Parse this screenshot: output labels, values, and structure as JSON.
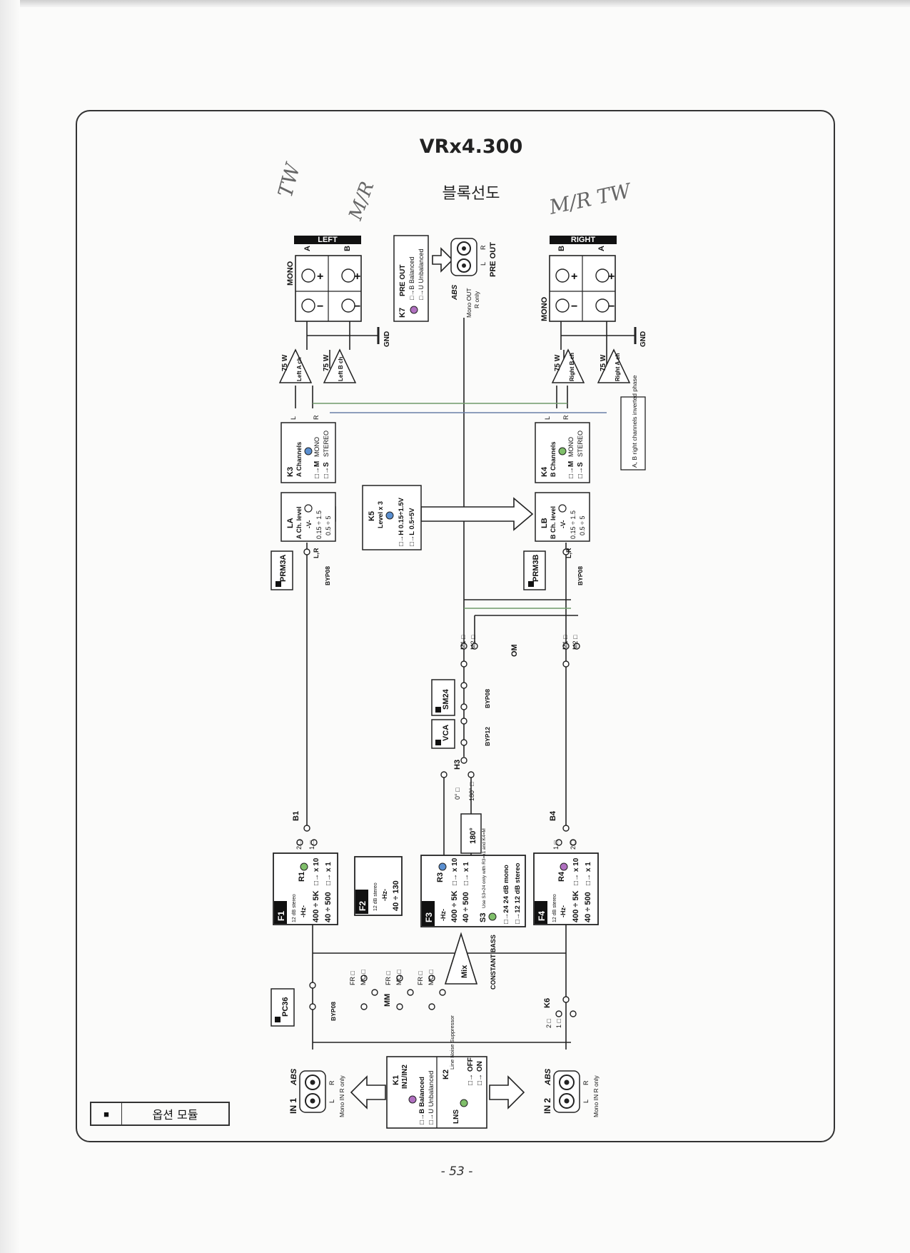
{
  "page": {
    "title": "VRx4.300",
    "subtitle": "블록선도",
    "page_number": "- 53 -",
    "legend_symbol": "■",
    "legend_text": "옵션 모듈",
    "handwriting_left": "TW",
    "handwriting_left2": "M/R",
    "handwriting_right": "M/R TW"
  },
  "blocks": {
    "left_out": {
      "tag": "LEFT",
      "mono": "MONO",
      "a": "A",
      "b": "B",
      "plus": "+",
      "minus": "−",
      "gnd": "GND",
      "amp_a_power": "75 W",
      "amp_a_label": "Left A ch",
      "amp_b_power": "75 W",
      "amp_b_label": "Left B ch"
    },
    "right_out": {
      "tag": "RIGHT",
      "mono": "MONO",
      "a": "A",
      "b": "B",
      "plus": "+",
      "minus": "−",
      "gnd": "GND",
      "amp_b_power": "75 W",
      "amp_b_label": "Right B ch",
      "amp_a_power": "75 W",
      "amp_a_label": "Right A ch",
      "note": "A, B right channels inverted phase"
    },
    "k7": {
      "name": "K7",
      "title": "PRE OUT",
      "b": "□→B Balanced",
      "u": "□→U Unbalanced"
    },
    "preout": {
      "jack": "PRE OUT",
      "l": "L",
      "r": "R",
      "abs": "ABS",
      "mono": "Mono OUT",
      "ronly": "R only"
    },
    "k3": {
      "name": "K3",
      "title": "A Channels",
      "m": "□→M",
      "mono": "MONO",
      "s": "□→S",
      "stereo": "STEREO",
      "l": "L",
      "r": "R"
    },
    "k4": {
      "name": "K4",
      "title": "B Channels",
      "m": "□→M",
      "mono": "MONO",
      "s": "□→S",
      "stereo": "STEREO",
      "l": "L",
      "r": "R"
    },
    "la": {
      "name": "LA",
      "title": "A Ch. level",
      "v": "-V-",
      "r1": "0.15 ÷ 1.5",
      "r2": "0.5 ÷ 5"
    },
    "lb": {
      "name": "LB",
      "title": "B Ch. level",
      "v": "-V-",
      "r1": "0.15 ÷ 1.5",
      "r2": "0.5 ÷ 5"
    },
    "k5": {
      "name": "K5",
      "title": "Level x 3",
      "h": "□→H 0.15÷1.5V",
      "l": "□→L 0.5÷5V"
    },
    "prm3a": {
      "name": "PRM3A",
      "lr": "L,R",
      "byp": "BYP08"
    },
    "prm3b": {
      "name": "PRM3B",
      "lr": "L,R",
      "byp": "BYP08"
    },
    "om": {
      "label": "OM",
      "m1": "M1 □",
      "m2": "M2 □"
    },
    "sm24": {
      "name": "SM24",
      "byp": "BYP08"
    },
    "vca": {
      "name": "VCA",
      "byp": "BYP12"
    },
    "h3": {
      "name": "H3",
      "deg0": "0° □",
      "deg180": "180° □",
      "box": "180°"
    },
    "b1": {
      "name": "B1",
      "p2": "2 □",
      "p1": "1 □"
    },
    "b4": {
      "name": "B4",
      "p1": "1 □",
      "p2": "2 □"
    },
    "f1": {
      "name": "F1",
      "r": "R1",
      "db": "12 dB stereo",
      "hz": "-Hz-",
      "a": "400 ÷ 5K",
      "ax": "□→ x 10",
      "b": "40 ÷ 500",
      "bx": "□→ x 1"
    },
    "f2": {
      "name": "F2",
      "db": "12 dB stereo",
      "hz": "-Hz-",
      "a": "40 ÷ 130"
    },
    "f3": {
      "name": "F3",
      "r": "R3",
      "hz": "-Hz-",
      "a": "400 ÷ 5K",
      "ax": "□→ x 10",
      "b": "40 ÷ 500",
      "bx": "□→ x 1",
      "s3": "S3",
      "s3note": "Use S3=24 only with R3=x1 and K4=M",
      "m24": "□→24 24 dB mono",
      "m12": "□→12 12 dB stereo"
    },
    "f4": {
      "name": "F4",
      "r": "R4",
      "db": "12 dB stereo",
      "hz": "-Hz-",
      "a": "400 ÷ 5K",
      "ax": "□→ x 10",
      "b": "40 ÷ 500",
      "bx": "□→ x 1"
    },
    "mm": {
      "label": "MM",
      "fr": "FR □",
      "mc": "MC □"
    },
    "mix": {
      "name": "Mix",
      "label": "CONSTANT BASS"
    },
    "pc36": {
      "name": "PC36",
      "byp": "BYP08"
    },
    "k6": {
      "name": "K6",
      "p2": "2 □",
      "p1": "1 □"
    },
    "in1": {
      "name": "IN 1",
      "abs": "ABS",
      "l": "L",
      "r": "R",
      "mono": "Mono IN R only"
    },
    "in2": {
      "name": "IN 2",
      "abs": "ABS",
      "l": "L",
      "r": "R",
      "mono": "Mono IN R only"
    },
    "k1": {
      "name": "K1",
      "title": "IN1/IN2",
      "b": "□→B Balanced",
      "u": "□→U Unbalanced"
    },
    "k2": {
      "name": "K2",
      "lns": "LNS",
      "title": "Line Noise Suppressor",
      "off": "□→ OFF",
      "on": "□→ ON"
    }
  },
  "colors": {
    "line": "#222222",
    "wire_green": "#6f9a6a",
    "wire_blue": "#6a7fa8",
    "wire_red": "#b06a6a",
    "led_blue": "#5a8fd0",
    "led_green": "#7fbf6a",
    "led_purple": "#b070c0"
  }
}
